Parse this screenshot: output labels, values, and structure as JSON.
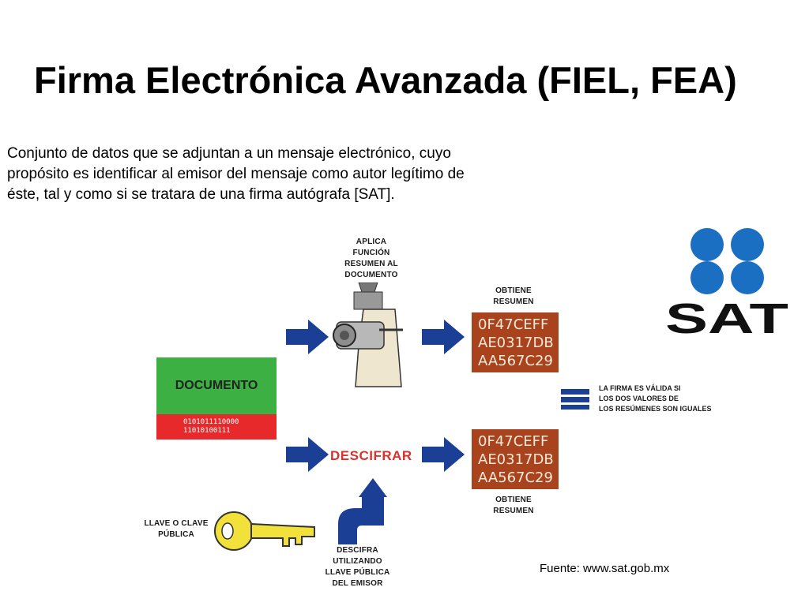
{
  "slide": {
    "title": "Firma Electrónica Avanzada (FIEL, FEA)",
    "description": "Conjunto de datos que se adjuntan a un mensaje electrónico, cuyo propósito es identificar al emisor del mensaje como autor legítimo de éste, tal y como si se tratara de una firma autógrafa [SAT].",
    "source": "Fuente: www.sat.gob.mx"
  },
  "diagram": {
    "apply_function_label": [
      "APLICA",
      "FUNCIÓN",
      "RESUMEN AL",
      "DOCUMENTO"
    ],
    "obtain_summary_top": [
      "OBTIENE",
      "RESUMEN"
    ],
    "obtain_summary_bottom": [
      "OBTIENE",
      "RESUMEN"
    ],
    "hash_top": [
      "0F47CEFF",
      "AE0317DB",
      "AA567C29"
    ],
    "hash_bottom": [
      "0F47CEFF",
      "AE0317DB",
      "AA567C29"
    ],
    "document_label": "DOCUMENTO",
    "document_bits": [
      "0101011110000",
      "11010100111"
    ],
    "decrypt_label": "DESCIFRAR",
    "public_key_label": [
      "LLAVE O CLAVE",
      "PÚBLICA"
    ],
    "decrypt_using_label": [
      "DESCIFRA",
      "UTILIZANDO",
      "LLAVE PÚBLICA",
      "DEL EMISOR"
    ],
    "valid_signature_text": [
      "LA FIRMA ES VÁLIDA SI",
      "LOS DOS VALORES DE",
      "LOS RESÚMENES SON IGUALES"
    ],
    "logo_text": "SAT"
  },
  "colors": {
    "arrow_blue": "#1b3f95",
    "hash_brown": "#a9431d",
    "doc_green": "#3cb043",
    "doc_red": "#e8292c",
    "key_yellow": "#f2e13a",
    "sat_blue": "#1b6fc2"
  }
}
